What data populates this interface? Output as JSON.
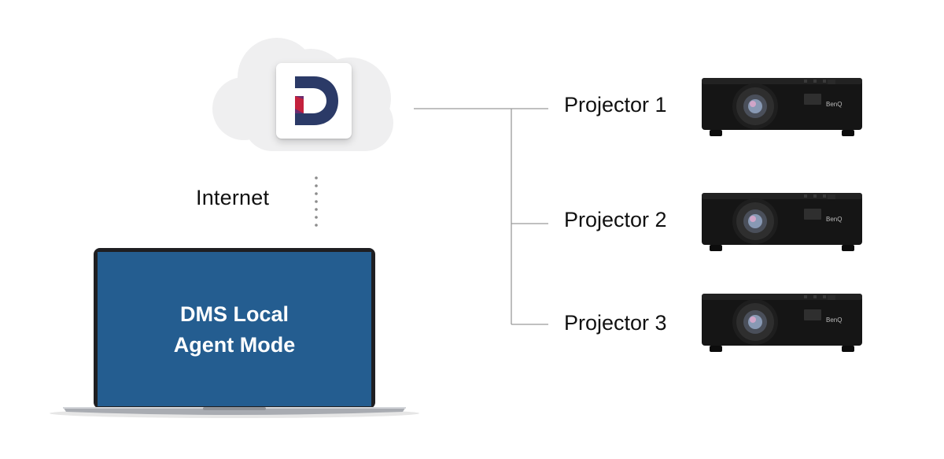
{
  "cloud": {
    "label_icon": "cloud-icon",
    "logo_icon": "dms-logo-icon"
  },
  "connection": {
    "internet_label": "Internet"
  },
  "laptop": {
    "screen_line_1": "DMS Local",
    "screen_line_2": "Agent Mode",
    "screen_color": "#245d90"
  },
  "projectors": [
    {
      "label": "Projector 1",
      "brand": "BenQ"
    },
    {
      "label": "Projector 2",
      "brand": "BenQ"
    },
    {
      "label": "Projector 3",
      "brand": "BenQ"
    }
  ],
  "colors": {
    "cloud": "#efeff0",
    "line": "#9a9a9a",
    "logo_dark": "#2b3a67",
    "logo_red": "#c4213d",
    "logo_purple": "#6b2c6f",
    "projector_body": "#151515"
  }
}
